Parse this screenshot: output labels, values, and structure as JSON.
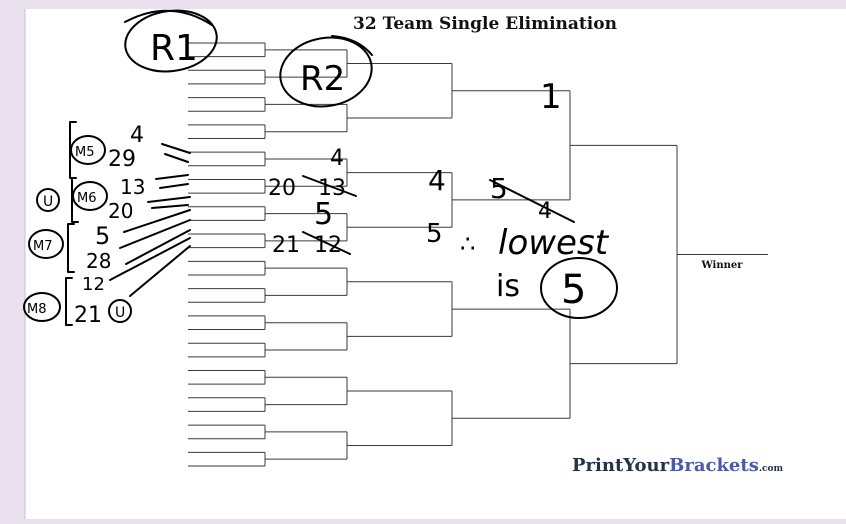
{
  "page": {
    "title": "32 Team Single Elimination",
    "winner_label": "Winner"
  },
  "brand": {
    "print": "Print",
    "your": "Your",
    "brackets": "Brackets",
    "dotcom": ".com",
    "dark_color": "#27304a",
    "accent_color": "#4a59a8"
  },
  "annotations": {
    "r1": "R1",
    "r2": "R2",
    "m5": "M5",
    "m6": "M6",
    "m7": "M7",
    "m8": "M8",
    "u_top": "U",
    "u_bottom": "U",
    "s_m5_top": "4",
    "s_m5_bottom": "29",
    "s_m6_top": "13",
    "s_m6_bottom": "20",
    "s_m7_top": "5",
    "s_m7_bottom": "28",
    "s_m8_top": "12",
    "s_m8_bottom": "21",
    "r2_top_a": "4",
    "r2_top_b": "20",
    "r2_top_b_struck": "13",
    "r2_mid": "5",
    "r2_bot_a": "21",
    "r2_bot_b_struck": "12",
    "r3_top": "4",
    "r3_bottom": "5",
    "r4_top": "1",
    "r4_five": "5",
    "r4_struck": "4",
    "note_therefore": "∴",
    "note_lowest": "lowest",
    "note_is": "is",
    "note_five": "5"
  },
  "colors": {
    "ink": "#000000",
    "page": "#ffffff",
    "bracket_line": "#3a3a3a",
    "background": "#e9e2ee"
  }
}
